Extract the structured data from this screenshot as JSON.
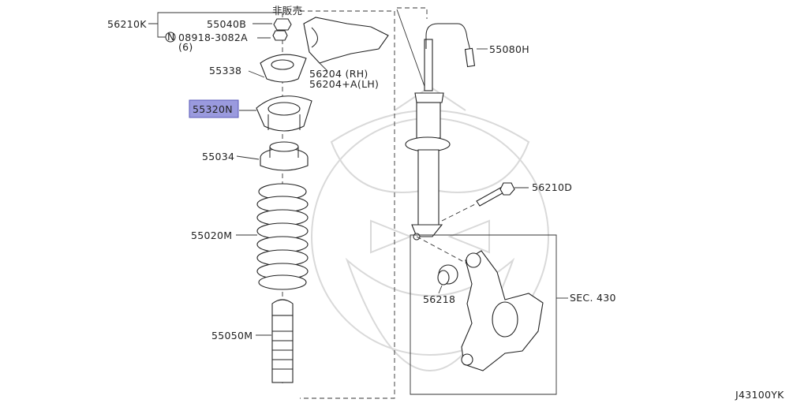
{
  "diagram_code": "J43100YK",
  "not_sold_label": "非販売",
  "highlight_color": "#9a9ade",
  "labels": {
    "p56210K": "56210K",
    "p55040B": "55040B",
    "p08918": "08918-3082A",
    "p08918_qty": "(6)",
    "p08918_prefix": "N",
    "p55338": "55338",
    "p56204_rh": "56204   (RH)",
    "p56204_lh": "56204+A(LH)",
    "p55320N": "55320N",
    "p55034": "55034",
    "p55020M": "55020M",
    "p55050M": "55050M",
    "p55080H": "55080H",
    "p56210D": "56210D",
    "p56218": "56218",
    "sec430": "SEC. 430"
  }
}
